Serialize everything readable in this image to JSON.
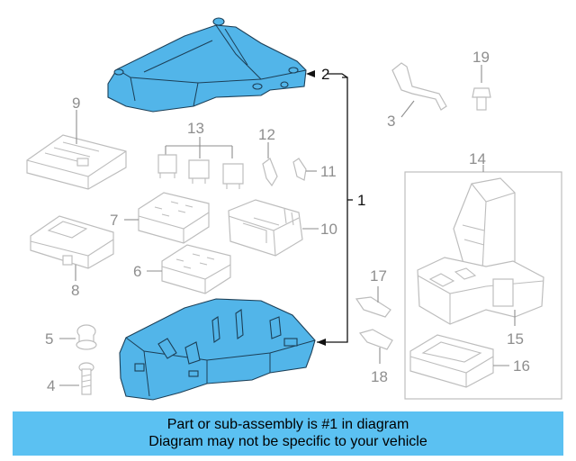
{
  "diagram": {
    "callouts": {
      "c1": "1",
      "c2": "2",
      "c3": "3",
      "c4": "4",
      "c5": "5",
      "c6": "6",
      "c7": "7",
      "c8": "8",
      "c9": "9",
      "c10": "10",
      "c11": "11",
      "c12": "12",
      "c13": "13",
      "c14": "14",
      "c15": "15",
      "c16": "16",
      "c17": "17",
      "c18": "18",
      "c19": "19"
    },
    "highlight_color": "#52b5e9",
    "highlighted_part": "1"
  },
  "banner": {
    "line1": "Part or sub-assembly is #1 in diagram",
    "line2": "Diagram may not be specific to your vehicle",
    "background": "#5bc1f2"
  }
}
